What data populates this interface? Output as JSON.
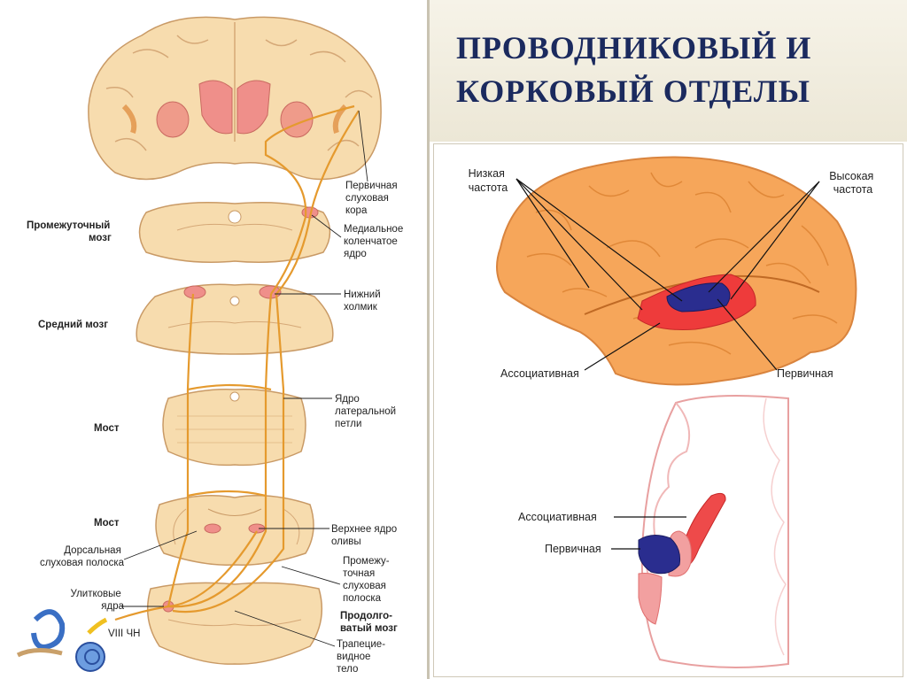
{
  "title": {
    "line1": "ПРОВОДНИКОВЫЙ И",
    "line2": "КОРКОВЫЙ ОТДЕЛЫ"
  },
  "left": {
    "levels": {
      "diencephalon_1": "Промежуточный",
      "diencephalon_2": "мозг",
      "midbrain": "Средний мозг",
      "pons_upper": "Мост",
      "pons_lower": "Мост",
      "medulla_1": "Продолго-",
      "medulla_2": "ватый мозг"
    },
    "labels": {
      "primary_cortex": [
        "Первичная",
        "слуховая",
        "кора"
      ],
      "mgn": [
        "Медиальное",
        "коленчатое",
        "ядро"
      ],
      "inferior_colliculus": [
        "Нижний",
        "холмик"
      ],
      "lateral_lemniscus": [
        "Ядро",
        "латеральной",
        "петли"
      ],
      "superior_olive": [
        "Верхнее ядро",
        "оливы"
      ],
      "dorsal_stria": [
        "Дорсальная",
        "слуховая полоска"
      ],
      "intermediate_stria": [
        "Промежу-",
        "точная",
        "слуховая",
        "полоска"
      ],
      "cochlear_nuclei": [
        "Улитковые",
        "ядра"
      ],
      "nerve": "VIII ЧН",
      "trapezoid": [
        "Трапецие-",
        "видное",
        "тело"
      ]
    }
  },
  "right": {
    "low_freq": [
      "Низкая",
      "частота"
    ],
    "high_freq": [
      "Высокая",
      "частота"
    ],
    "associative": "Ассоциативная",
    "primary": "Первичная",
    "associative_2": "Ассоциативная",
    "primary_2": "Первичная"
  },
  "colors": {
    "tissue": "#f7dcae",
    "tissue_edge": "#c99a66",
    "pathway": "#e59a2e",
    "nucleus": "#ef8f8a",
    "brain_orange": "#f6a65a",
    "primary_blue": "#2a2d8f",
    "associative_red": "#ee3b3b",
    "title_blue": "#1b2a5e"
  }
}
